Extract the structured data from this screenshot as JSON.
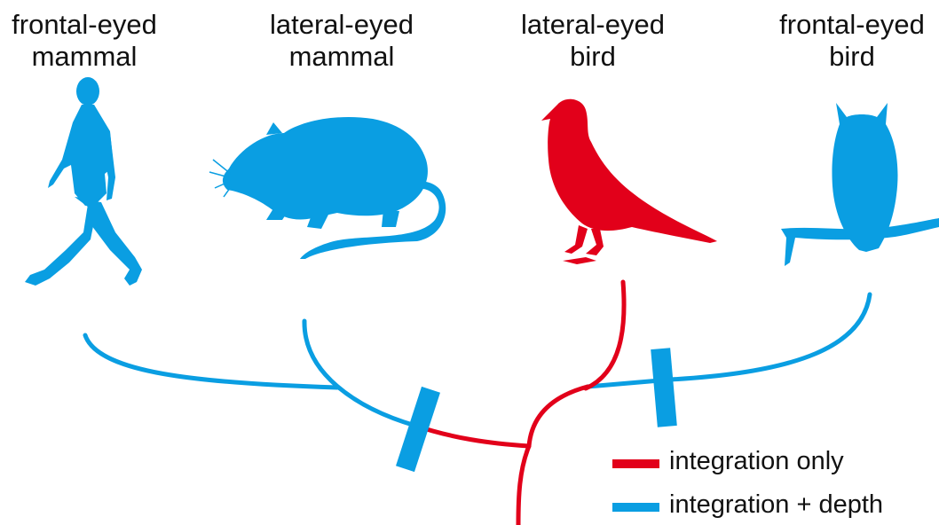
{
  "labels": [
    {
      "line1": "frontal-eyed",
      "line2": "mammal"
    },
    {
      "line1": "lateral-eyed",
      "line2": "mammal"
    },
    {
      "line1": "lateral-eyed",
      "line2": "bird"
    },
    {
      "line1": "frontal-eyed",
      "line2": "bird"
    }
  ],
  "legend": [
    {
      "label": "integration only",
      "color": "#e2001a"
    },
    {
      "label": "integration + depth",
      "color": "#0a9ee2"
    }
  ],
  "colors": {
    "blue": "#0a9ee2",
    "red": "#e2001a"
  },
  "icons": [
    "walking-human-icon",
    "rat-icon",
    "pigeon-icon",
    "owl-icon"
  ]
}
